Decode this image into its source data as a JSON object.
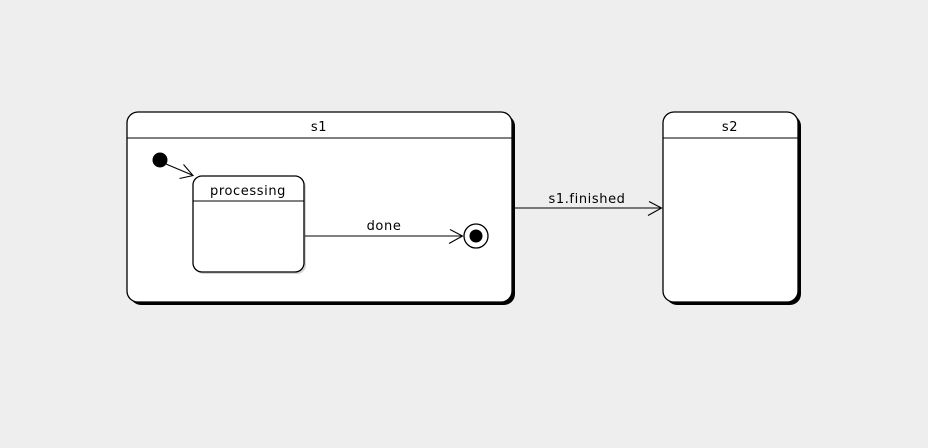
{
  "colors": {
    "background": "#eeeeee",
    "node_fill": "#ffffff",
    "stroke": "#000000",
    "shadow": "#000000",
    "inner_shadow": "#d4d4d4"
  },
  "diagram": {
    "type": "uml-state-machine",
    "states": [
      {
        "id": "s1",
        "label": "s1",
        "kind": "composite"
      },
      {
        "id": "processing",
        "label": "processing",
        "kind": "simple",
        "parent": "s1"
      },
      {
        "id": "s2",
        "label": "s2",
        "kind": "simple"
      }
    ],
    "pseudostates": [
      {
        "kind": "initial",
        "parent": "s1"
      },
      {
        "kind": "final",
        "parent": "s1"
      }
    ],
    "transitions": [
      {
        "from": "initial",
        "to": "processing",
        "label": ""
      },
      {
        "from": "processing",
        "to": "final",
        "label": "done"
      },
      {
        "from": "s1",
        "to": "s2",
        "label": "s1.finished"
      }
    ]
  }
}
